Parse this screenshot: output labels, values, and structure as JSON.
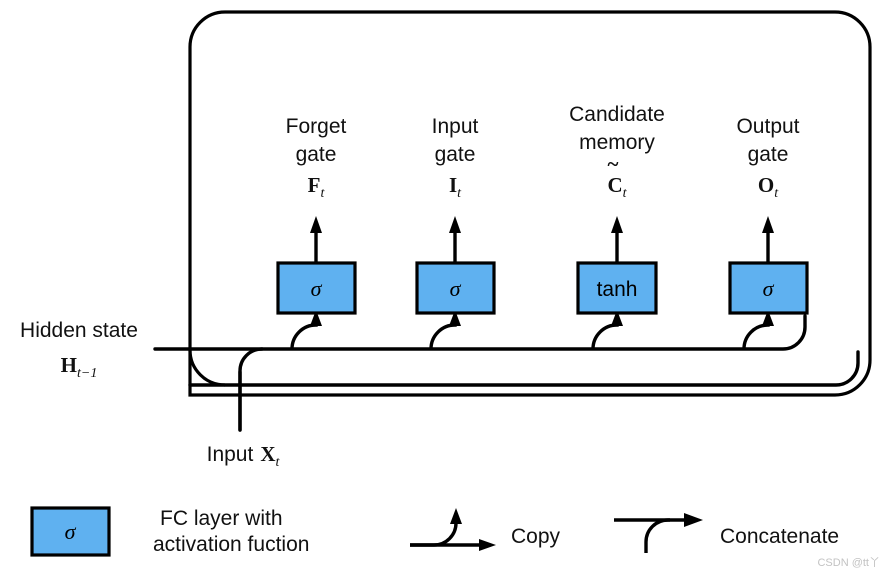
{
  "figure": {
    "title_alt": "LSTM cell computing the forget gate, input gate, candidate memory and output gate",
    "background_color": "#ffffff",
    "line_color": "#000000",
    "gate_fill_color": "#5FB1F0"
  },
  "gates": [
    {
      "id": "forget-gate",
      "label_line1": "Forget",
      "label_line2": "gate",
      "symbol_base": "F",
      "symbol_sub": "t",
      "symbol_tilde": "",
      "activation": "σ",
      "activation_name": "sigma"
    },
    {
      "id": "input-gate",
      "label_line1": "Input",
      "label_line2": "gate",
      "symbol_base": "I",
      "symbol_sub": "t",
      "symbol_tilde": "",
      "activation": "σ",
      "activation_name": "sigma"
    },
    {
      "id": "candidate-memory",
      "label_line1": "Candidate",
      "label_line2": "memory",
      "symbol_base": "C",
      "symbol_sub": "t",
      "symbol_tilde": "~",
      "activation": "tanh",
      "activation_name": "tanh"
    },
    {
      "id": "output-gate",
      "label_line1": "Output",
      "label_line2": "gate",
      "symbol_base": "O",
      "symbol_sub": "t",
      "symbol_tilde": "",
      "activation": "σ",
      "activation_name": "sigma"
    }
  ],
  "inputs": {
    "hidden_state_label": "Hidden state",
    "hidden_state_symbol_base": "H",
    "hidden_state_symbol_sub": "t−1",
    "input_label": "Input",
    "input_symbol_base": "X",
    "input_symbol_sub": "t"
  },
  "legend": [
    {
      "id": "fc-layer",
      "glyph": "σ",
      "text_line1": "FC layer with",
      "text_line2": "activation fuction"
    },
    {
      "id": "copy",
      "text_line1": "Copy",
      "text_line2": ""
    },
    {
      "id": "concatenate",
      "text_line1": "Concatenate",
      "text_line2": ""
    }
  ],
  "watermark": {
    "text": "CSDN @tt丫"
  }
}
